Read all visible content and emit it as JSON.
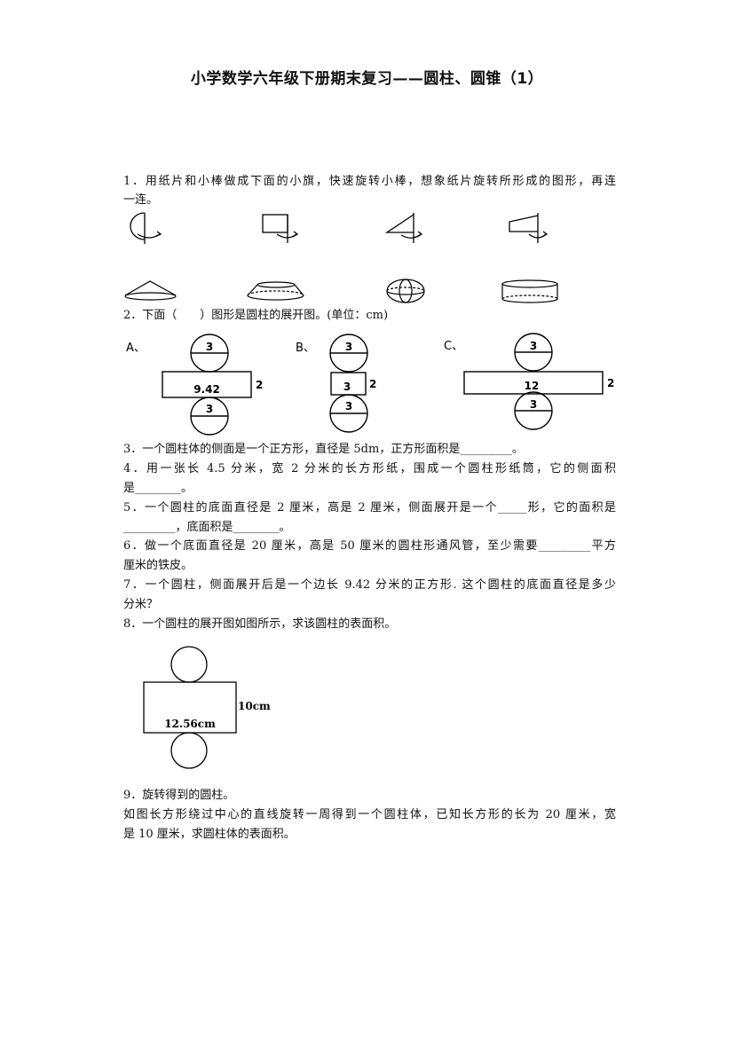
{
  "title": "小学数学六年级下册期末复习——圆柱、圆锥（1）",
  "questions": {
    "q1_line1": "1．用纸片和小棒做成下面的小旗，快速旋转小棒，想象纸片旋转所形成的图形，再连",
    "q1_line2": "一连。",
    "q2": "2．下面（　　）图形是圆柱的展开图。(单位：cm)",
    "q3": "3．一个圆柱体的侧面是一个正方形，直径是 5dm，正方形面积是_________。",
    "q4_line1": "4．用一张长 4.5 分米，宽 2 分米的长方形纸，围成一个圆柱形纸筒，它的侧面积",
    "q4_line2": "是________。",
    "q5_line1": "5．一个圆柱的底面直径是 2 厘米，高是 2 厘米，侧面展开是一个_____形，它的面积是",
    "q5_line2": "_________，底面积是________。",
    "q6_line1": "6．做一个底面直径是 20 厘米，高是 50 厘米的圆柱形通风管，至少需要_________平方",
    "q6_line2": "厘米的铁皮。",
    "q7_line1": "7．一个圆柱，侧面展开后是一个边长 9.42 分米的正方形. 这个圆柱的底面直径是多少",
    "q7_line2": "分米？",
    "q8": "8．一个圆柱的展开图如图所示，求该圆柱的表面积。",
    "q9_line1": "9．旋转得到的圆柱。",
    "q9_line2": "如图长方形绕过中心的直线旋转一周得到一个圆柱体，已知长方形的长为 20 厘米，宽",
    "q9_line3": "是 10 厘米，求圆柱体的表面积。"
  },
  "q2_figures": {
    "a": {
      "label": "A、",
      "circle_top": "3",
      "rect": "9.42",
      "side": "2",
      "circle_bottom": "3"
    },
    "b": {
      "label": "B、",
      "circle_top": "3",
      "rect": "3",
      "side": "2",
      "circle_bottom": "3"
    },
    "c": {
      "label": "C、",
      "circle_top": "3",
      "rect": "12",
      "side": "2",
      "circle_bottom": "3"
    }
  },
  "q8_figure": {
    "side": "10cm",
    "bottom": "12.56cm"
  }
}
